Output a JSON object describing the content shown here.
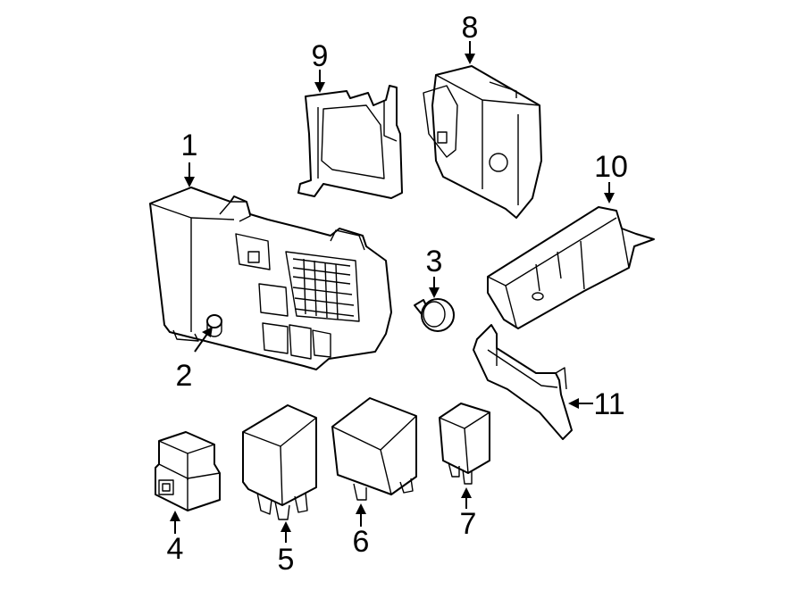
{
  "callouts": {
    "1": "1",
    "2": "2",
    "3": "3",
    "4": "4",
    "5": "5",
    "6": "6",
    "7": "7",
    "8": "8",
    "9": "9",
    "10": "10",
    "11": "11"
  }
}
